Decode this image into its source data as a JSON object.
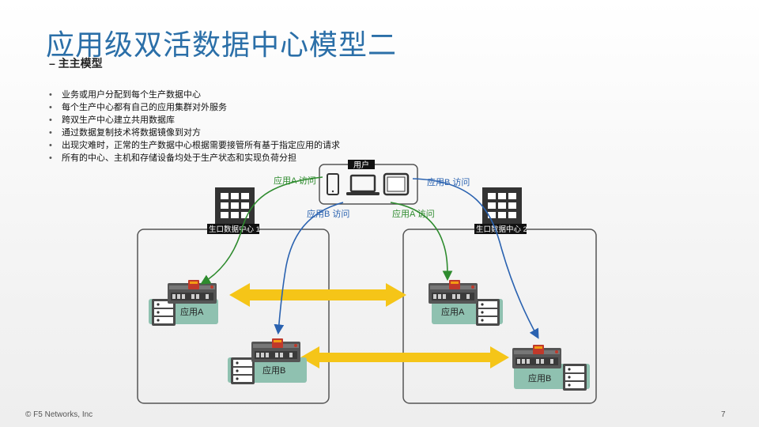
{
  "header": {
    "title": "应用级双活数据中心模型二",
    "subtitle": "– 主主模型"
  },
  "bullets": [
    "业务或用户分配到每个生产数据中心",
    "每个生产中心都有自己的应用集群对外服务",
    "跨双生产中心建立共用数据库",
    "通过数据复制技术将数据镜像到对方",
    "出现灾难时，正常的生产数据中心根据需要接管所有基于指定应用的请求",
    "所有的中心、主机和存储设备均处于生产状态和实现负荷分担"
  ],
  "diagram": {
    "user_label": "用户",
    "dc1_label": "生口数据中心 1",
    "dc2_label": "生口数据中心 2",
    "flow_labels": {
      "app_a_access_left": "应用A 访问",
      "app_b_access_right": "应用B 访问",
      "app_b_access_mid": "应用B 访问",
      "app_a_access_mid": "应用A 访问"
    },
    "dc1_app_a": "应用A",
    "dc1_app_b": "应用B",
    "dc2_app_a": "应用A",
    "dc2_app_b": "应用B"
  },
  "footer": {
    "copyright": "© F5 Networks, Inc",
    "page_number": "7"
  },
  "colors": {
    "title": "#2b6fa8",
    "app_a_flow": "#2e8b2e",
    "app_b_flow": "#2a62b0",
    "replication_arrow": "#f5c518",
    "dc_border": "#555555",
    "label_bar": "#111111",
    "server_panel": "#8fc1b0"
  }
}
